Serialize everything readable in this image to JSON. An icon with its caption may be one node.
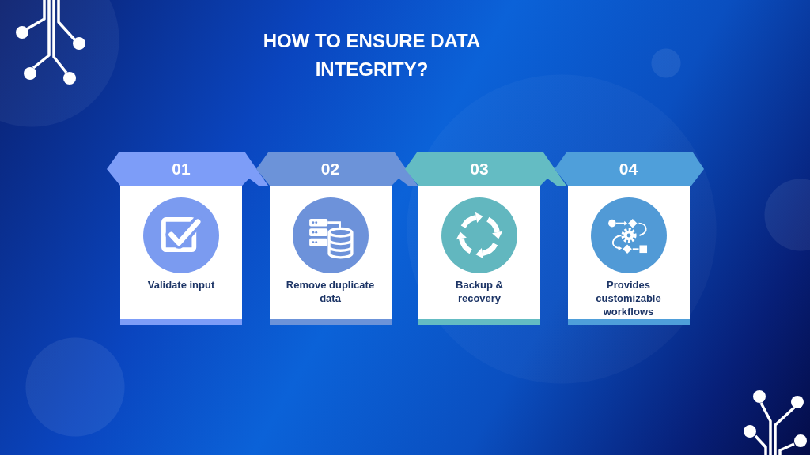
{
  "diagram": {
    "title": "HOW TO ENSURE DATA INTEGRITY?",
    "nodes": [
      {
        "text": [
          "01",
          "Validate input"
        ]
      },
      {
        "text": [
          "02",
          "Remove duplicate data"
        ]
      },
      {
        "text": [
          "03",
          "Backup & recovery"
        ]
      },
      {
        "text": [
          "04",
          "Provides customizable workflows"
        ]
      }
    ]
  }
}
